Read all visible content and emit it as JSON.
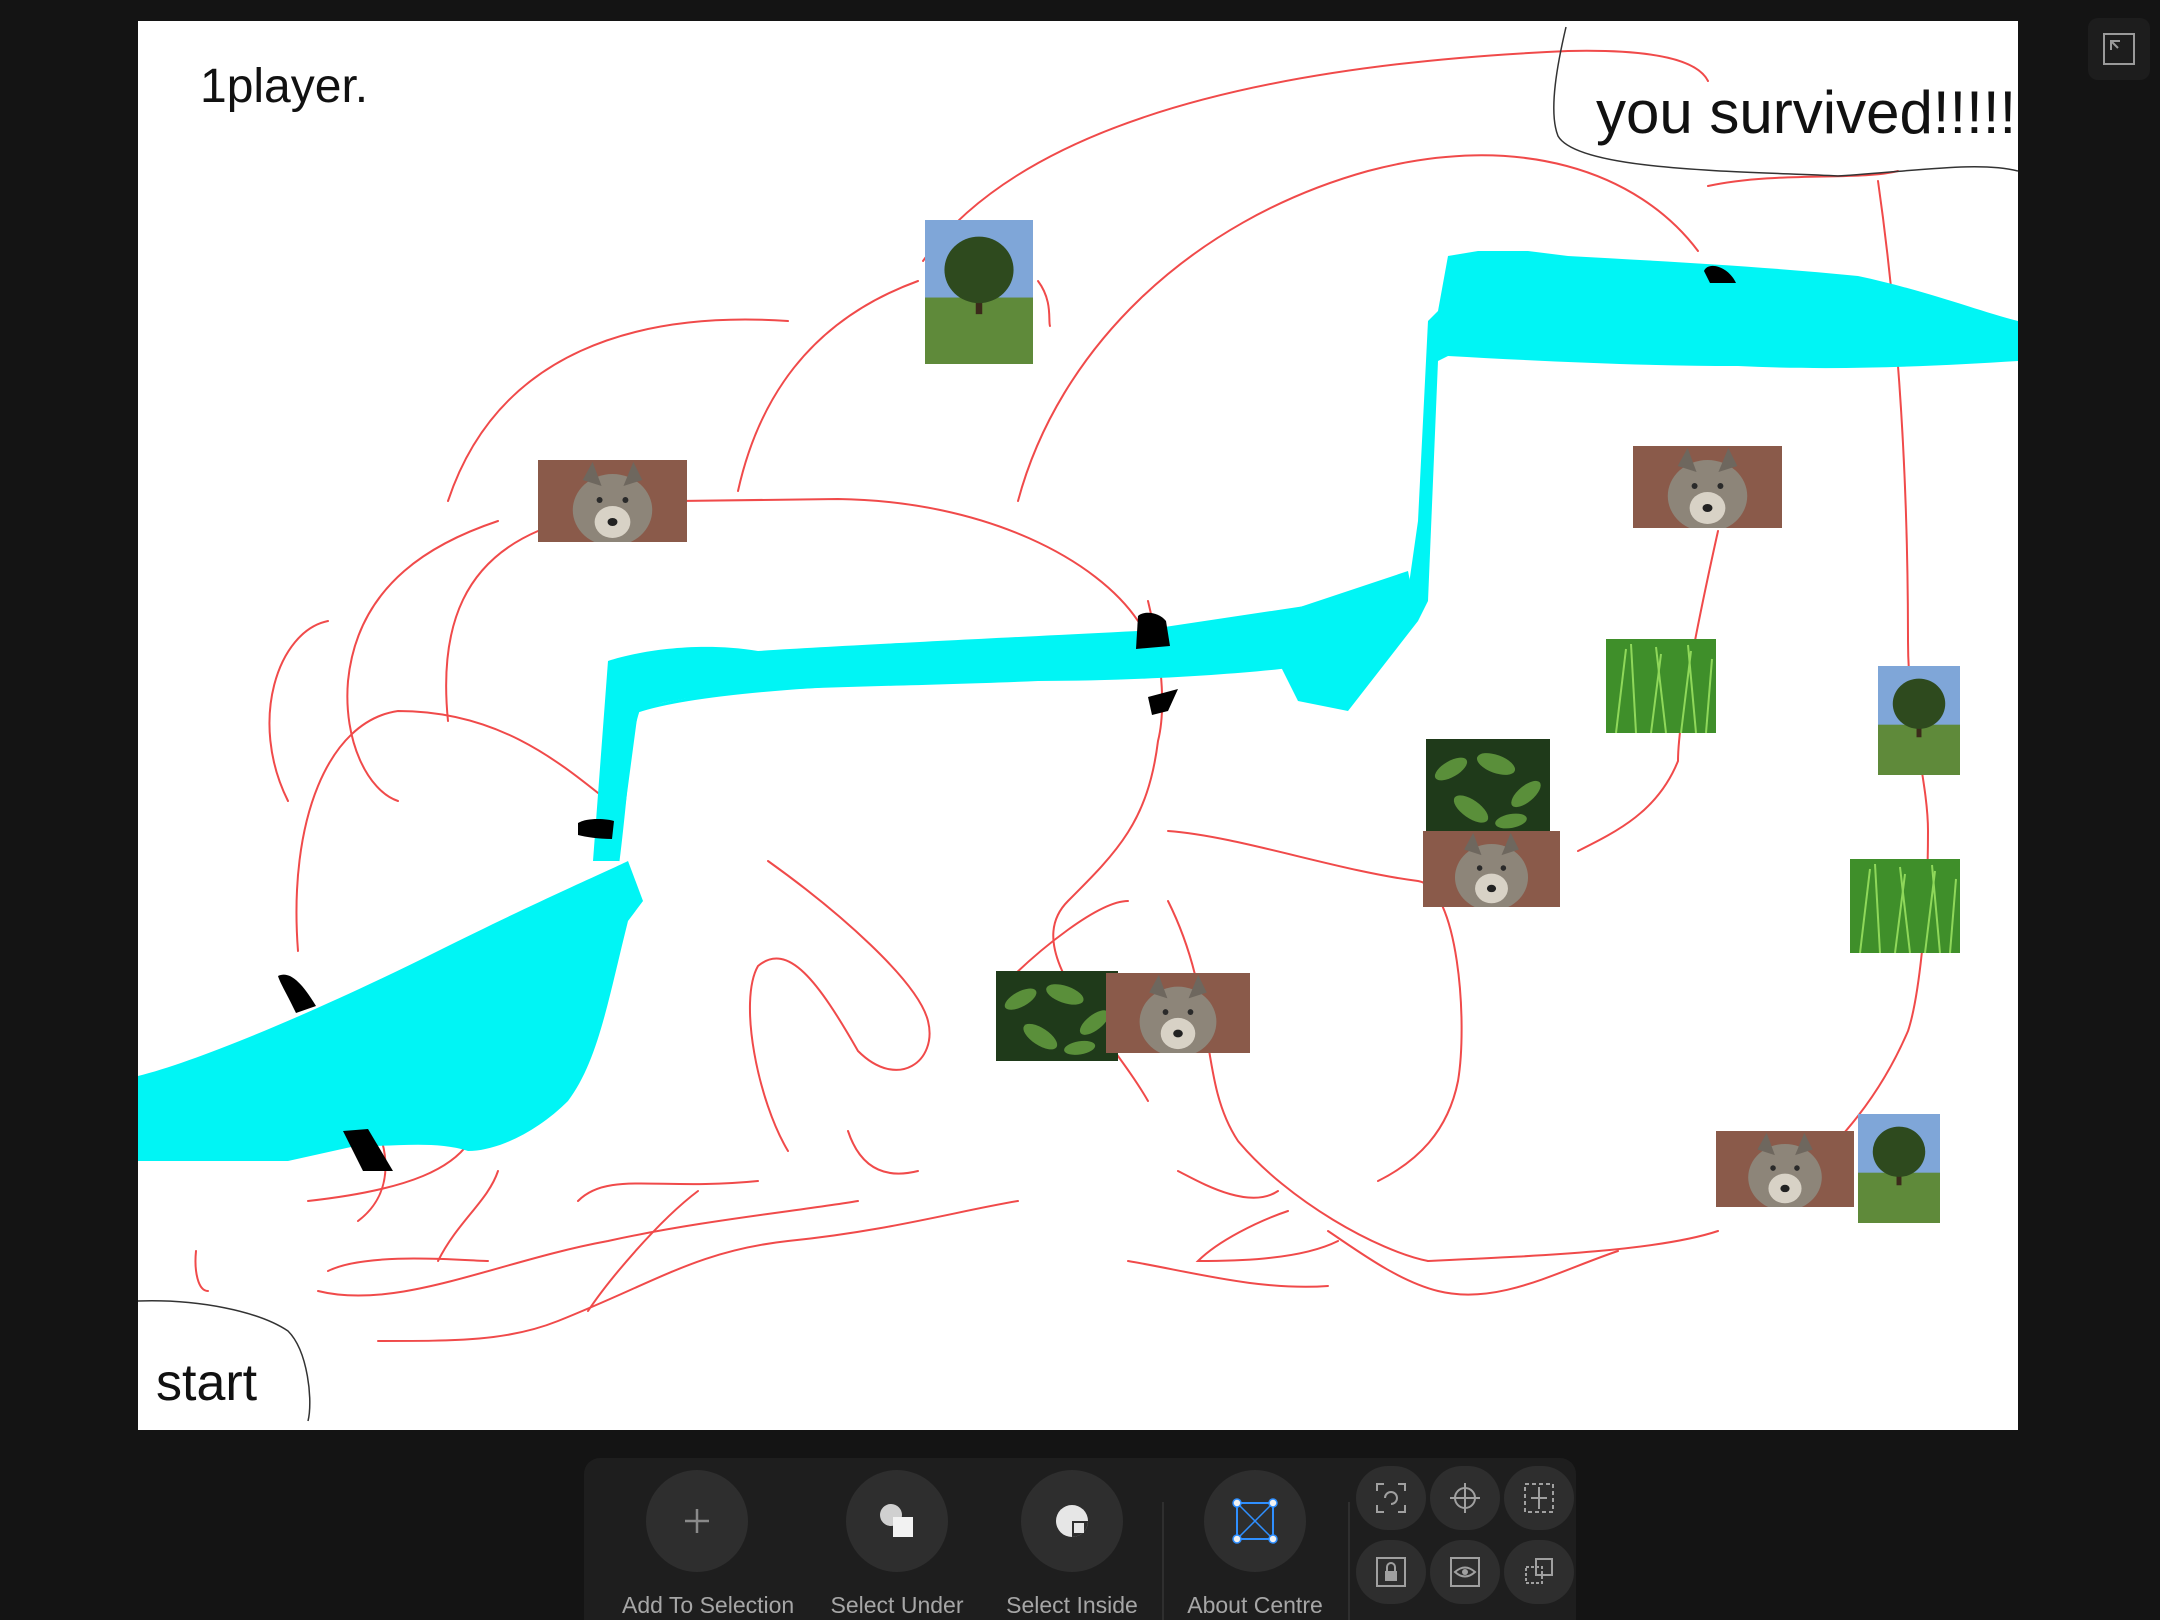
{
  "canvas": {
    "player_text": "1player.",
    "goal_text": "you survived!!!!!",
    "start_text": "start",
    "background": "#ffffff",
    "path_color": "#f04a4a",
    "river_color": "#00f5f5"
  },
  "images": [
    {
      "kind": "tree",
      "name": "tree-image"
    },
    {
      "kind": "wolf",
      "name": "wolf-image"
    },
    {
      "kind": "wolf",
      "name": "wolf-image"
    },
    {
      "kind": "grass",
      "name": "grass-image"
    },
    {
      "kind": "leaves",
      "name": "leaves-image"
    },
    {
      "kind": "wolf",
      "name": "wolf-image"
    },
    {
      "kind": "tree",
      "name": "tree-image"
    },
    {
      "kind": "grass",
      "name": "grass-image"
    },
    {
      "kind": "leaves",
      "name": "leaves-image"
    },
    {
      "kind": "wolf",
      "name": "wolf-image"
    },
    {
      "kind": "wolf",
      "name": "wolf-image"
    },
    {
      "kind": "tree",
      "name": "tree-image"
    }
  ],
  "toolbar": {
    "add_to_selection": "Add To Selection",
    "select_under": "Select Under",
    "select_inside": "Select Inside",
    "about_centre": "About Centre",
    "accent_color": "#2f8fff"
  },
  "icons": {
    "fullscreen": "fullscreen-toggle-icon",
    "add": "plus-icon",
    "select_under": "select-under-icon",
    "select_inside": "select-inside-icon",
    "about_centre": "about-centre-icon"
  }
}
